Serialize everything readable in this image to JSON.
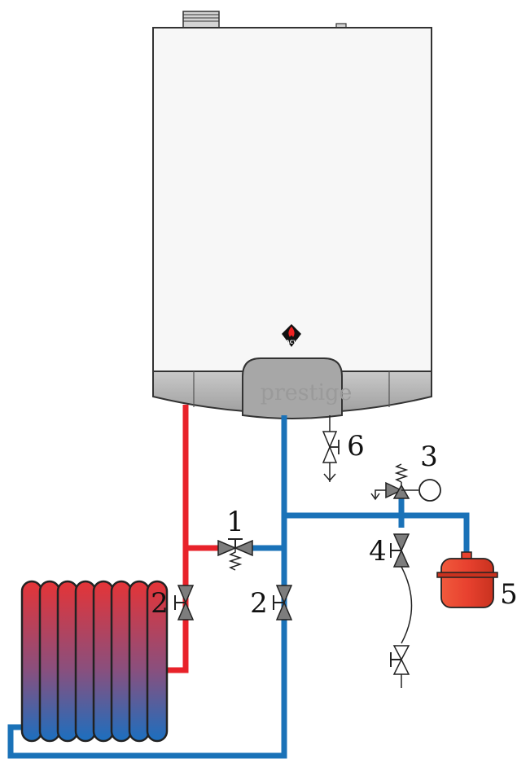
{
  "boiler": {
    "brand_label": "prestige",
    "logo_text": "ACV"
  },
  "callouts": {
    "bypass_valve": "1",
    "isolation_valve_left": "2",
    "isolation_valve_right": "2",
    "safety_valve": "3",
    "fill_valve": "4",
    "expansion_vessel": "5",
    "drain_valve": "6"
  },
  "colors": {
    "flow_pipe": "#e8222a",
    "return_pipe": "#1a72b8",
    "valve": "#7d7d7d",
    "casing": "#f7f7f7",
    "casing_panel": "#bcbcbc",
    "expansion_vessel": "#e8412f"
  }
}
